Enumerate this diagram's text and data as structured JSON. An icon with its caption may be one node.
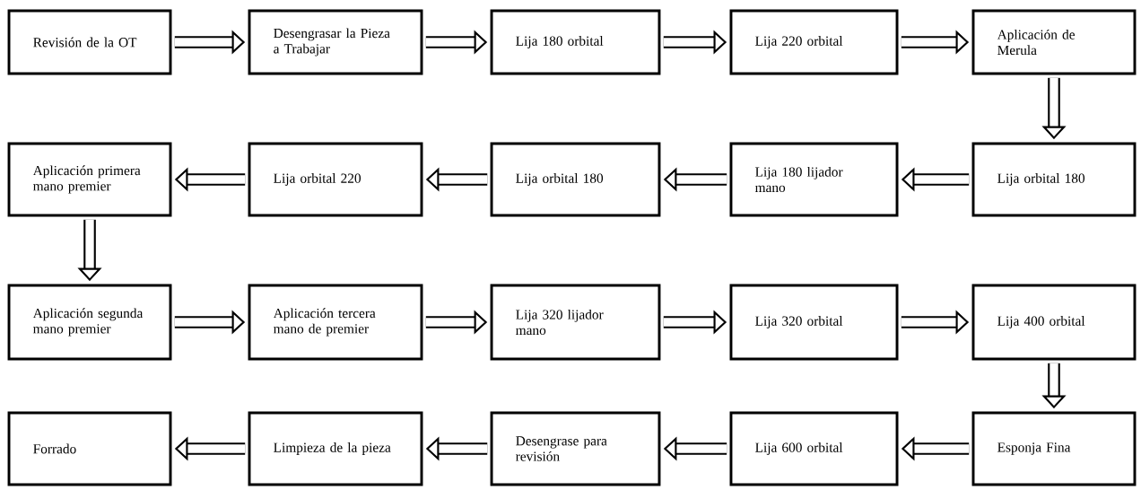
{
  "diagram": {
    "nodes": [
      {
        "text": [
          "Revisión de la OT"
        ]
      },
      {
        "text": [
          "Desengrasar la Pieza a Trabajar"
        ]
      },
      {
        "text": [
          "Lija 180 orbital"
        ]
      },
      {
        "text": [
          "Lija 220 orbital"
        ]
      },
      {
        "text": [
          "Aplicación de Merula"
        ]
      },
      {
        "text": [
          "Lija orbital 180"
        ]
      },
      {
        "text": [
          "Lija 180 lijador mano"
        ]
      },
      {
        "text": [
          "Lija orbital 180"
        ]
      },
      {
        "text": [
          "Lija orbital 220"
        ]
      },
      {
        "text": [
          "Aplicación primera mano premier"
        ]
      },
      {
        "text": [
          "Aplicación segunda mano premier"
        ]
      },
      {
        "text": [
          "Aplicación tercera mano de premier"
        ]
      },
      {
        "text": [
          "Lija 320 lijador mano"
        ]
      },
      {
        "text": [
          "Lija 320 orbital"
        ]
      },
      {
        "text": [
          "Lija 400 orbital"
        ]
      },
      {
        "text": [
          "Esponja Fina"
        ]
      },
      {
        "text": [
          "Lija 600 orbital"
        ]
      },
      {
        "text": [
          "Desengrase para revisión"
        ]
      },
      {
        "text": [
          "Limpieza de la pieza"
        ]
      },
      {
        "text": [
          "Forrado"
        ]
      }
    ],
    "edges": [
      {
        "from": 0,
        "to": 1,
        "arrow": "to"
      },
      {
        "from": 1,
        "to": 2,
        "arrow": "to"
      },
      {
        "from": 2,
        "to": 3,
        "arrow": "to"
      },
      {
        "from": 3,
        "to": 4,
        "arrow": "to"
      },
      {
        "from": 4,
        "to": 5,
        "arrow": "to"
      },
      {
        "from": 5,
        "to": 6,
        "arrow": "to"
      },
      {
        "from": 6,
        "to": 7,
        "arrow": "to"
      },
      {
        "from": 7,
        "to": 8,
        "arrow": "to"
      },
      {
        "from": 8,
        "to": 9,
        "arrow": "to"
      },
      {
        "from": 9,
        "to": 10,
        "arrow": "to"
      },
      {
        "from": 10,
        "to": 11,
        "arrow": "to"
      },
      {
        "from": 11,
        "to": 12,
        "arrow": "to"
      },
      {
        "from": 12,
        "to": 13,
        "arrow": "to"
      },
      {
        "from": 13,
        "to": 14,
        "arrow": "to"
      },
      {
        "from": 14,
        "to": 15,
        "arrow": "to"
      },
      {
        "from": 15,
        "to": 16,
        "arrow": "to"
      },
      {
        "from": 16,
        "to": 17,
        "arrow": "to"
      },
      {
        "from": 17,
        "to": 18,
        "arrow": "to"
      },
      {
        "from": 18,
        "to": 19,
        "arrow": "to"
      }
    ]
  }
}
